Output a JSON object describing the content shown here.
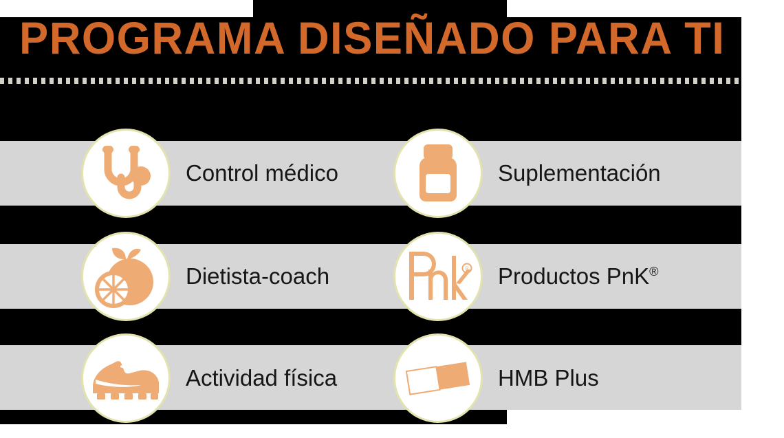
{
  "heading": {
    "text": "PROGRAMA DISEÑADO PARA TI",
    "color": "#d2692b"
  },
  "divider": {
    "style": "dotted",
    "color": "#d4d0c8"
  },
  "theme": {
    "background": "#000000",
    "band": "#d6d6d6",
    "badge_fill": "#ffffff",
    "badge_ring": "#e2e3ae",
    "icon": "#eeab74",
    "label": "#161616"
  },
  "items": [
    {
      "id": "control-medico",
      "label": "Control médico",
      "icon": "stethoscope-icon",
      "column": "left",
      "row": 1
    },
    {
      "id": "suplementacion",
      "label": "Suplementación",
      "icon": "supplement-bottle-icon",
      "column": "right",
      "row": 1
    },
    {
      "id": "dietista-coach",
      "label": "Dietista-coach",
      "icon": "orange-fruit-icon",
      "column": "left",
      "row": 2
    },
    {
      "id": "productos-pnk",
      "label": "Productos PnK",
      "label_suffix": "®",
      "icon": "pnk-logo-icon",
      "column": "right",
      "row": 2
    },
    {
      "id": "actividad-fisica",
      "label": "Actividad física",
      "icon": "football-boot-icon",
      "column": "left",
      "row": 3
    },
    {
      "id": "hmb-plus",
      "label": "HMB Plus",
      "icon": "sachet-icon",
      "column": "right",
      "row": 3
    }
  ]
}
